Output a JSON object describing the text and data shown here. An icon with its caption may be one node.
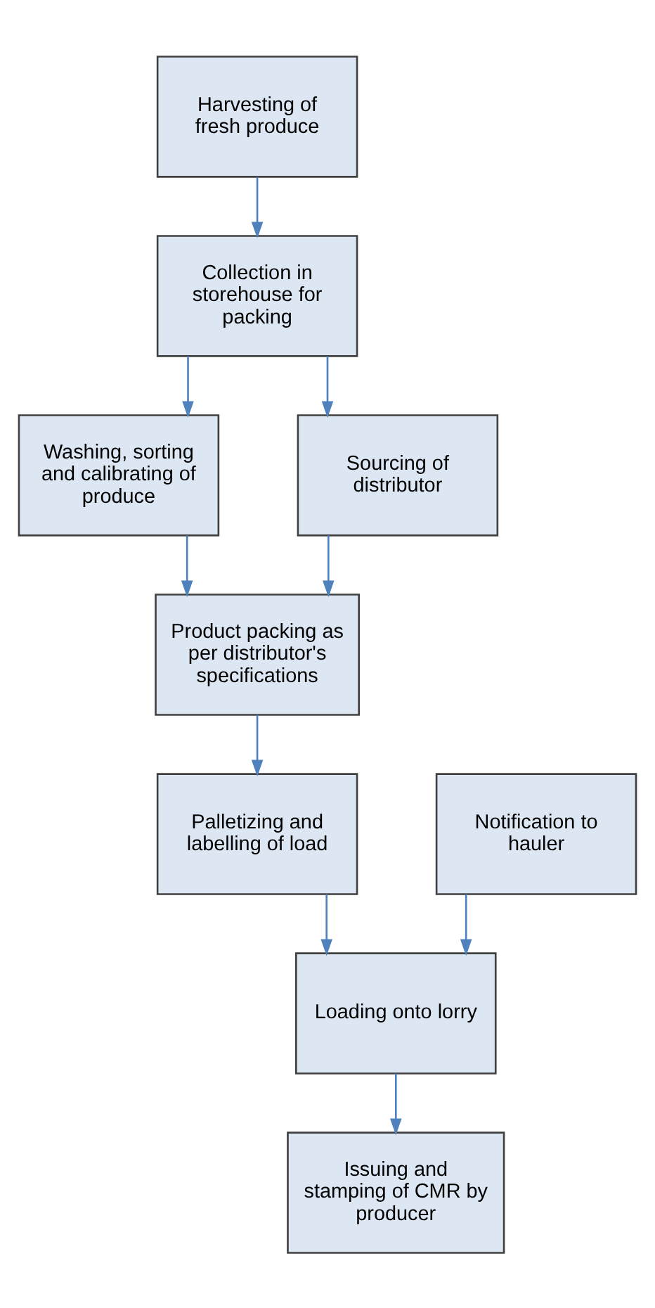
{
  "diagram": {
    "nodes": [
      {
        "text": [
          "Harvesting of fresh produce"
        ]
      },
      {
        "text": [
          "Collection in storehouse for packing"
        ]
      },
      {
        "text": [
          "Washing, sorting and calibrating of produce"
        ]
      },
      {
        "text": [
          "Sourcing of distributor"
        ]
      },
      {
        "text": [
          "Product packing as per distributor's specifications"
        ]
      },
      {
        "text": [
          "Palletizing and labelling of load"
        ]
      },
      {
        "text": [
          "Notification to hauler"
        ]
      },
      {
        "text": [
          "Loading onto lorry"
        ]
      },
      {
        "text": [
          "Issuing and stamping of CMR by producer"
        ]
      }
    ],
    "edges": [
      {
        "from": 0,
        "to": 1,
        "arrow": "to"
      },
      {
        "from": 1,
        "to": 2,
        "arrow": "to"
      },
      {
        "from": 1,
        "to": 3,
        "arrow": "to"
      },
      {
        "from": 2,
        "to": 4,
        "arrow": "to"
      },
      {
        "from": 3,
        "to": 4,
        "arrow": "to"
      },
      {
        "from": 4,
        "to": 5,
        "arrow": "to"
      },
      {
        "from": 5,
        "to": 7,
        "arrow": "to"
      },
      {
        "from": 6,
        "to": 7,
        "arrow": "to"
      },
      {
        "from": 7,
        "to": 8,
        "arrow": "to"
      }
    ]
  }
}
